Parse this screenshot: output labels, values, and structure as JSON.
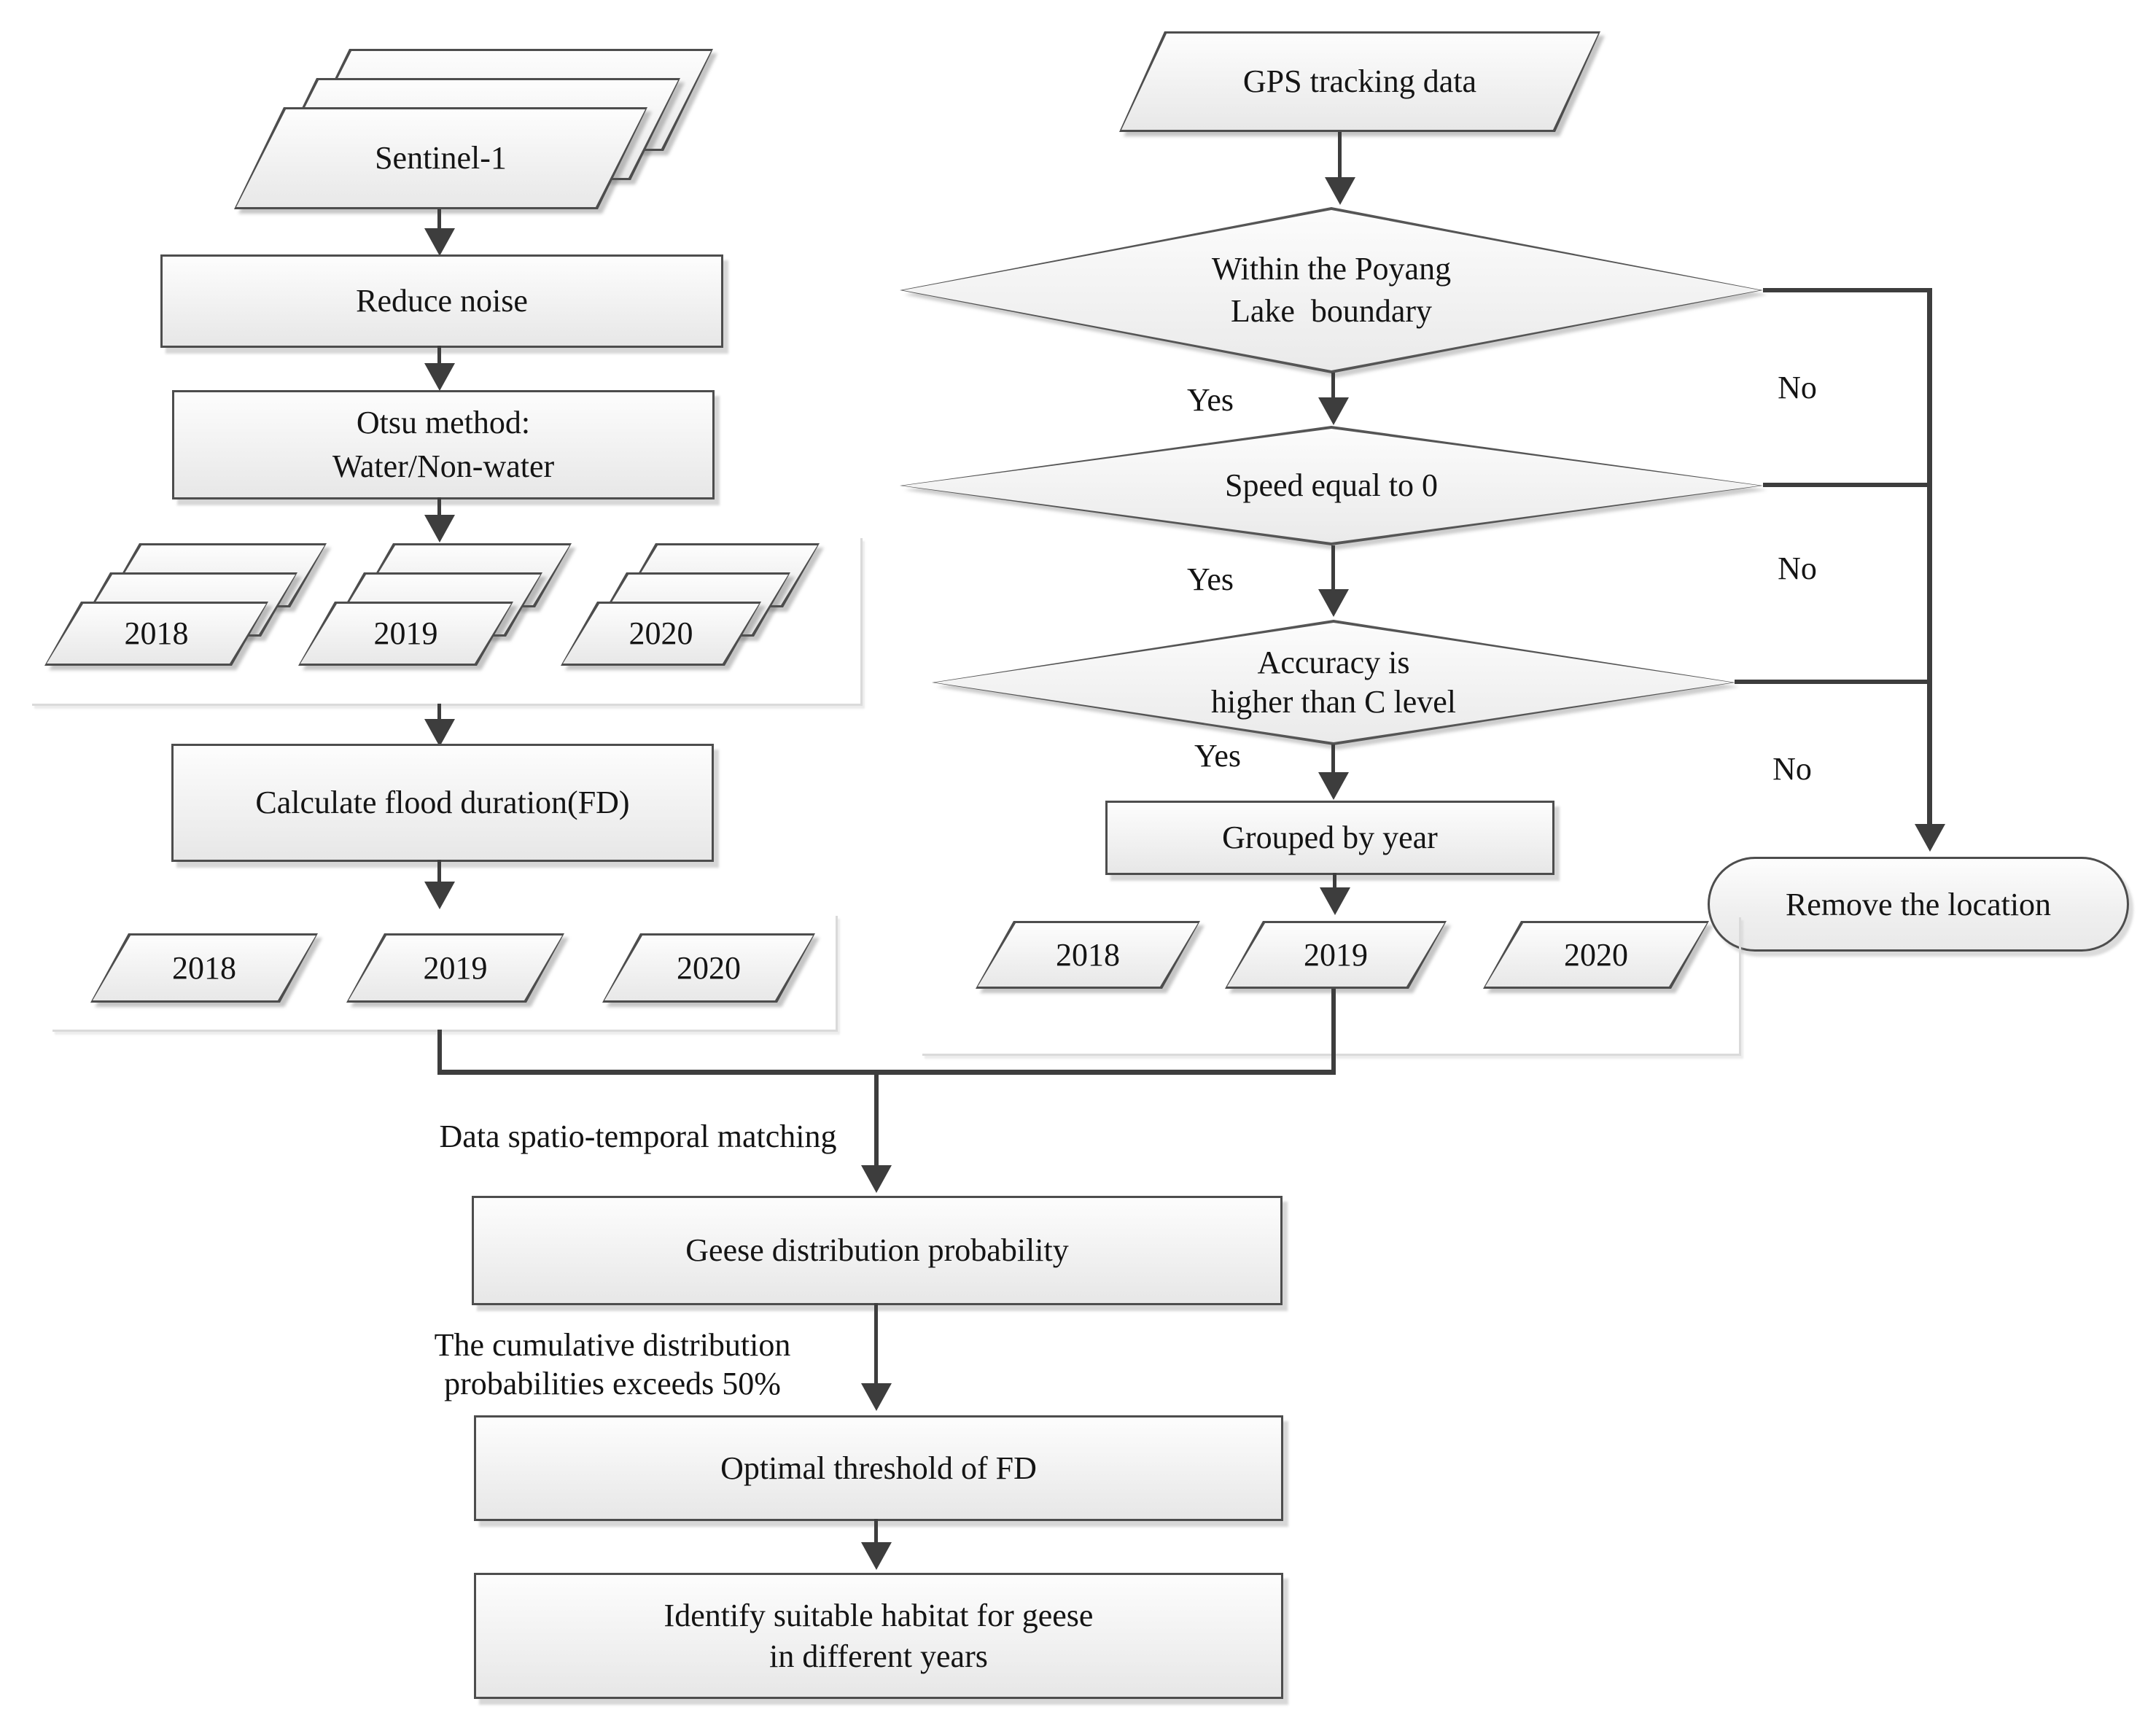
{
  "figure": {
    "type": "flowchart",
    "left_branch": {
      "sentinel": "Sentinel-1",
      "reduce_noise": "Reduce noise",
      "otsu_line1": "Otsu method:",
      "otsu_line2": "Water/Non-water",
      "years_stacked": [
        "2018",
        "2019",
        "2020"
      ],
      "calc_flood": "Calculate flood duration(FD)",
      "years_fd": [
        "2018",
        "2019",
        "2020"
      ]
    },
    "right_branch": {
      "gps": "GPS tracking data",
      "decision1_line1": "Within the Poyang",
      "decision1_line2": "Lake  boundary",
      "decision2": "Speed equal to 0",
      "decision3_line1": "Accuracy is",
      "decision3_line2": "higher than C level",
      "grouped": "Grouped by year",
      "years": [
        "2018",
        "2019",
        "2020"
      ],
      "remove": "Remove the location",
      "yes_label": "Yes",
      "no_label": "No"
    },
    "merge": {
      "match_label": "Data spatio-temporal matching",
      "geese": "Geese distribution probability",
      "cumulative_line1": "The cumulative distribution",
      "cumulative_line2": "probabilities exceeds 50%",
      "optimal": "Optimal threshold of FD",
      "identify_line1": "Identify suitable habitat for geese",
      "identify_line2": "in different years"
    },
    "colors": {
      "line": "#3d3d3d",
      "shape_border": "#4d4d4d",
      "fill_top": "#fdfdfd",
      "fill_bottom": "#e8e8e8",
      "panel_edge": "#dadada"
    }
  }
}
